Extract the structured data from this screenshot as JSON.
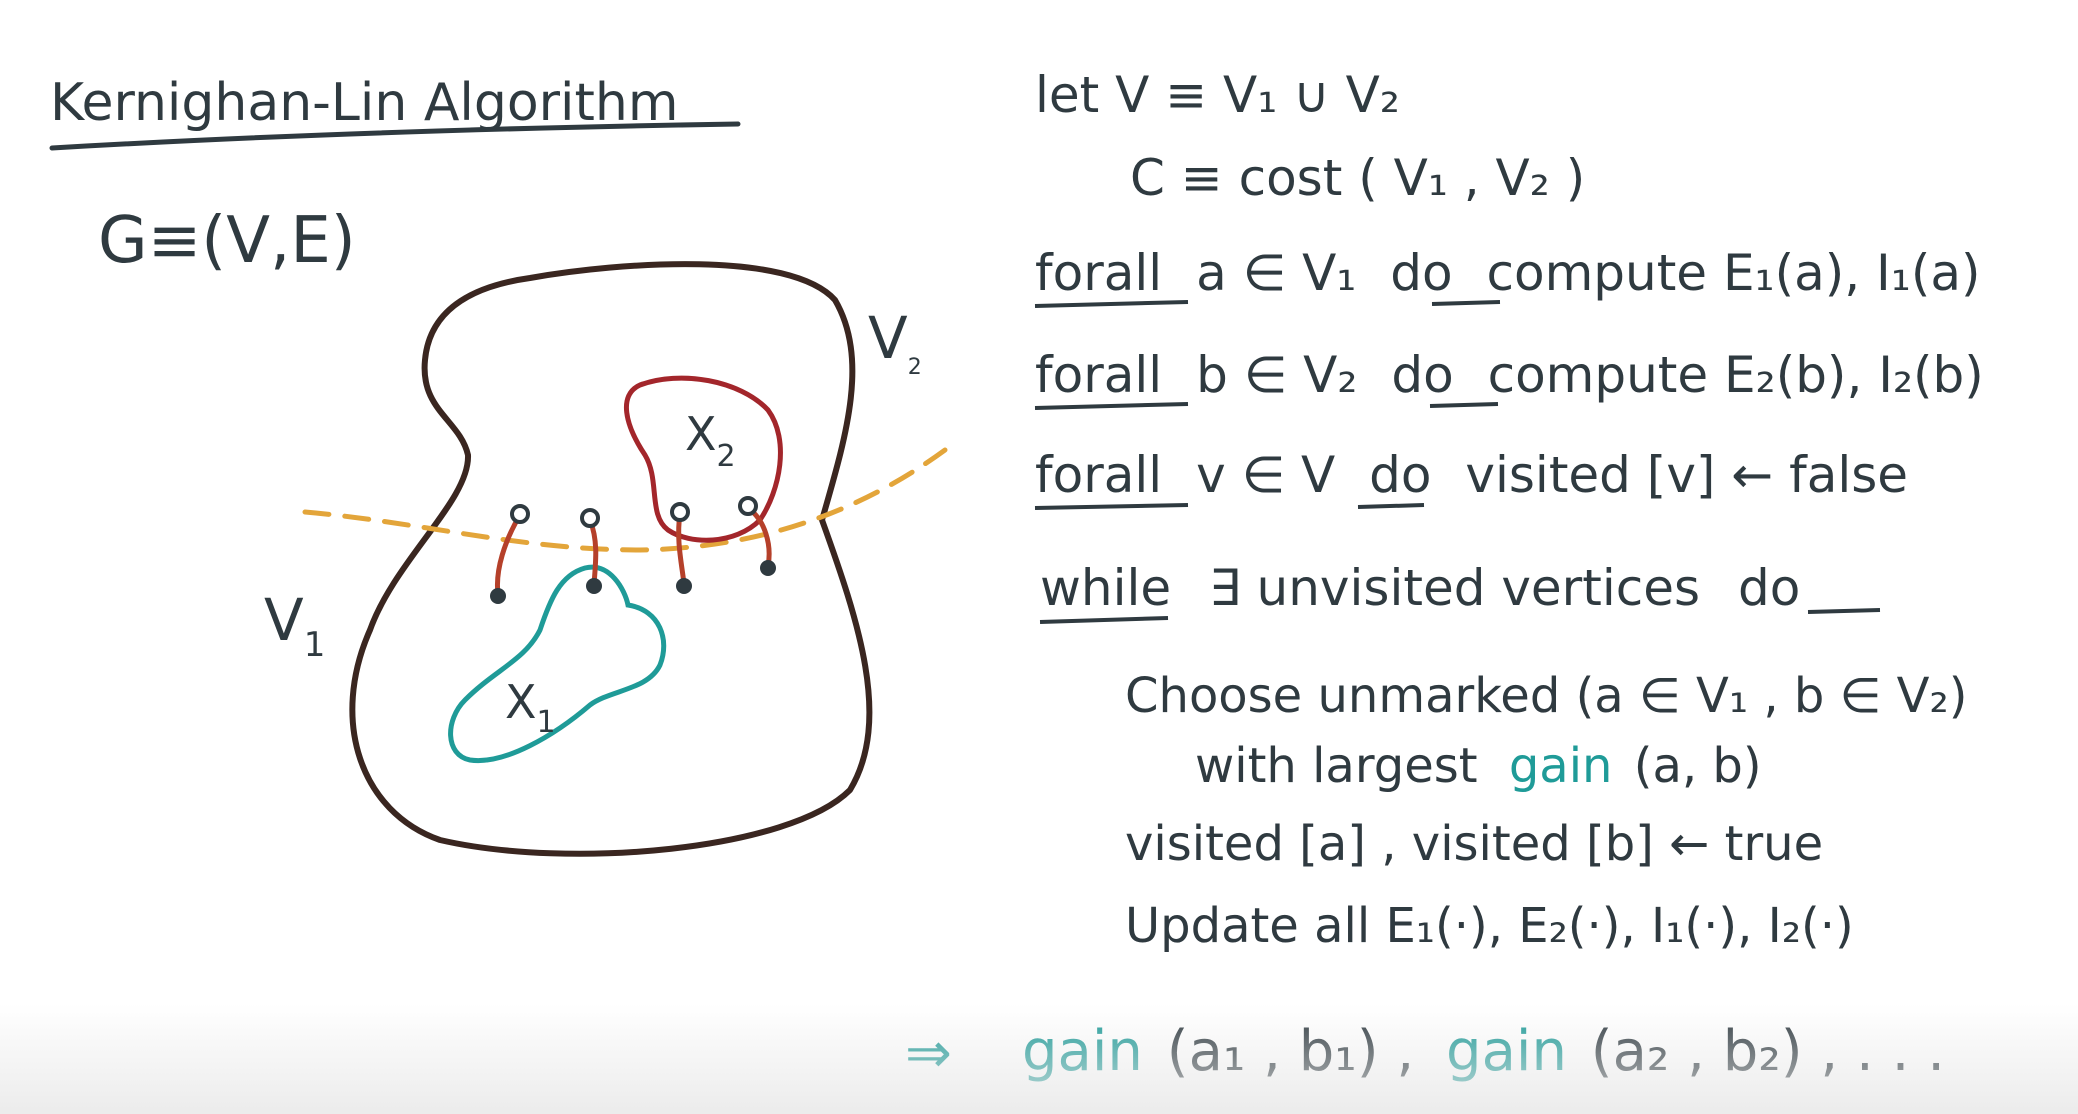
{
  "left": {
    "title": "Kernighan-Lin Algorithm",
    "graph_def": "G≡(V,E)",
    "label_v1": "V",
    "label_v1_sub": "1",
    "label_v2": "V",
    "label_v2_sub": "2",
    "label_x1": "X",
    "label_x1_sub": "1",
    "label_x2": "X",
    "label_x2_sub": "2"
  },
  "right": {
    "line1": "let V ≡ V₁ ∪ V₂",
    "line2": "C ≡ cost ( V₁ , V₂ )",
    "line3_kw": "forall",
    "line3_mid": "a ∈ V₁",
    "line3_do": "do",
    "line3_rest": "compute E₁(a), I₁(a)",
    "line4_kw": "forall",
    "line4_mid": "b ∈ V₂",
    "line4_do": "do",
    "line4_rest": "compute E₂(b), I₂(b)",
    "line5_kw": "forall",
    "line5_mid": "v ∈ V",
    "line5_do": "do",
    "line5_rest": "visited [v] ← false",
    "line6_kw": "while",
    "line6_mid": "∃ unvisited vertices",
    "line6_do": "do",
    "line7": "Choose unmarked  (a ∈ V₁ , b ∈ V₂)",
    "line8_a": "with largest",
    "line8_gain": "gain",
    "line8_b": "(a, b)",
    "line9": "visited [a] , visited [b] ← true",
    "line10": "Update all E₁(·), E₂(·), I₁(·), I₂(·)"
  },
  "bottom": {
    "arrow": "⇒",
    "gain1": "gain",
    "args1": "(a₁ , b₁) ,",
    "gain2": "gain",
    "args2": "(a₂ , b₂) , . . ."
  },
  "colors": {
    "ink": "#2f3a40",
    "outline": "#3a2620",
    "teal": "#1f9b98",
    "red": "#a3262b",
    "edge_red": "#b5402a",
    "dashed_orange": "#e3a53a"
  }
}
